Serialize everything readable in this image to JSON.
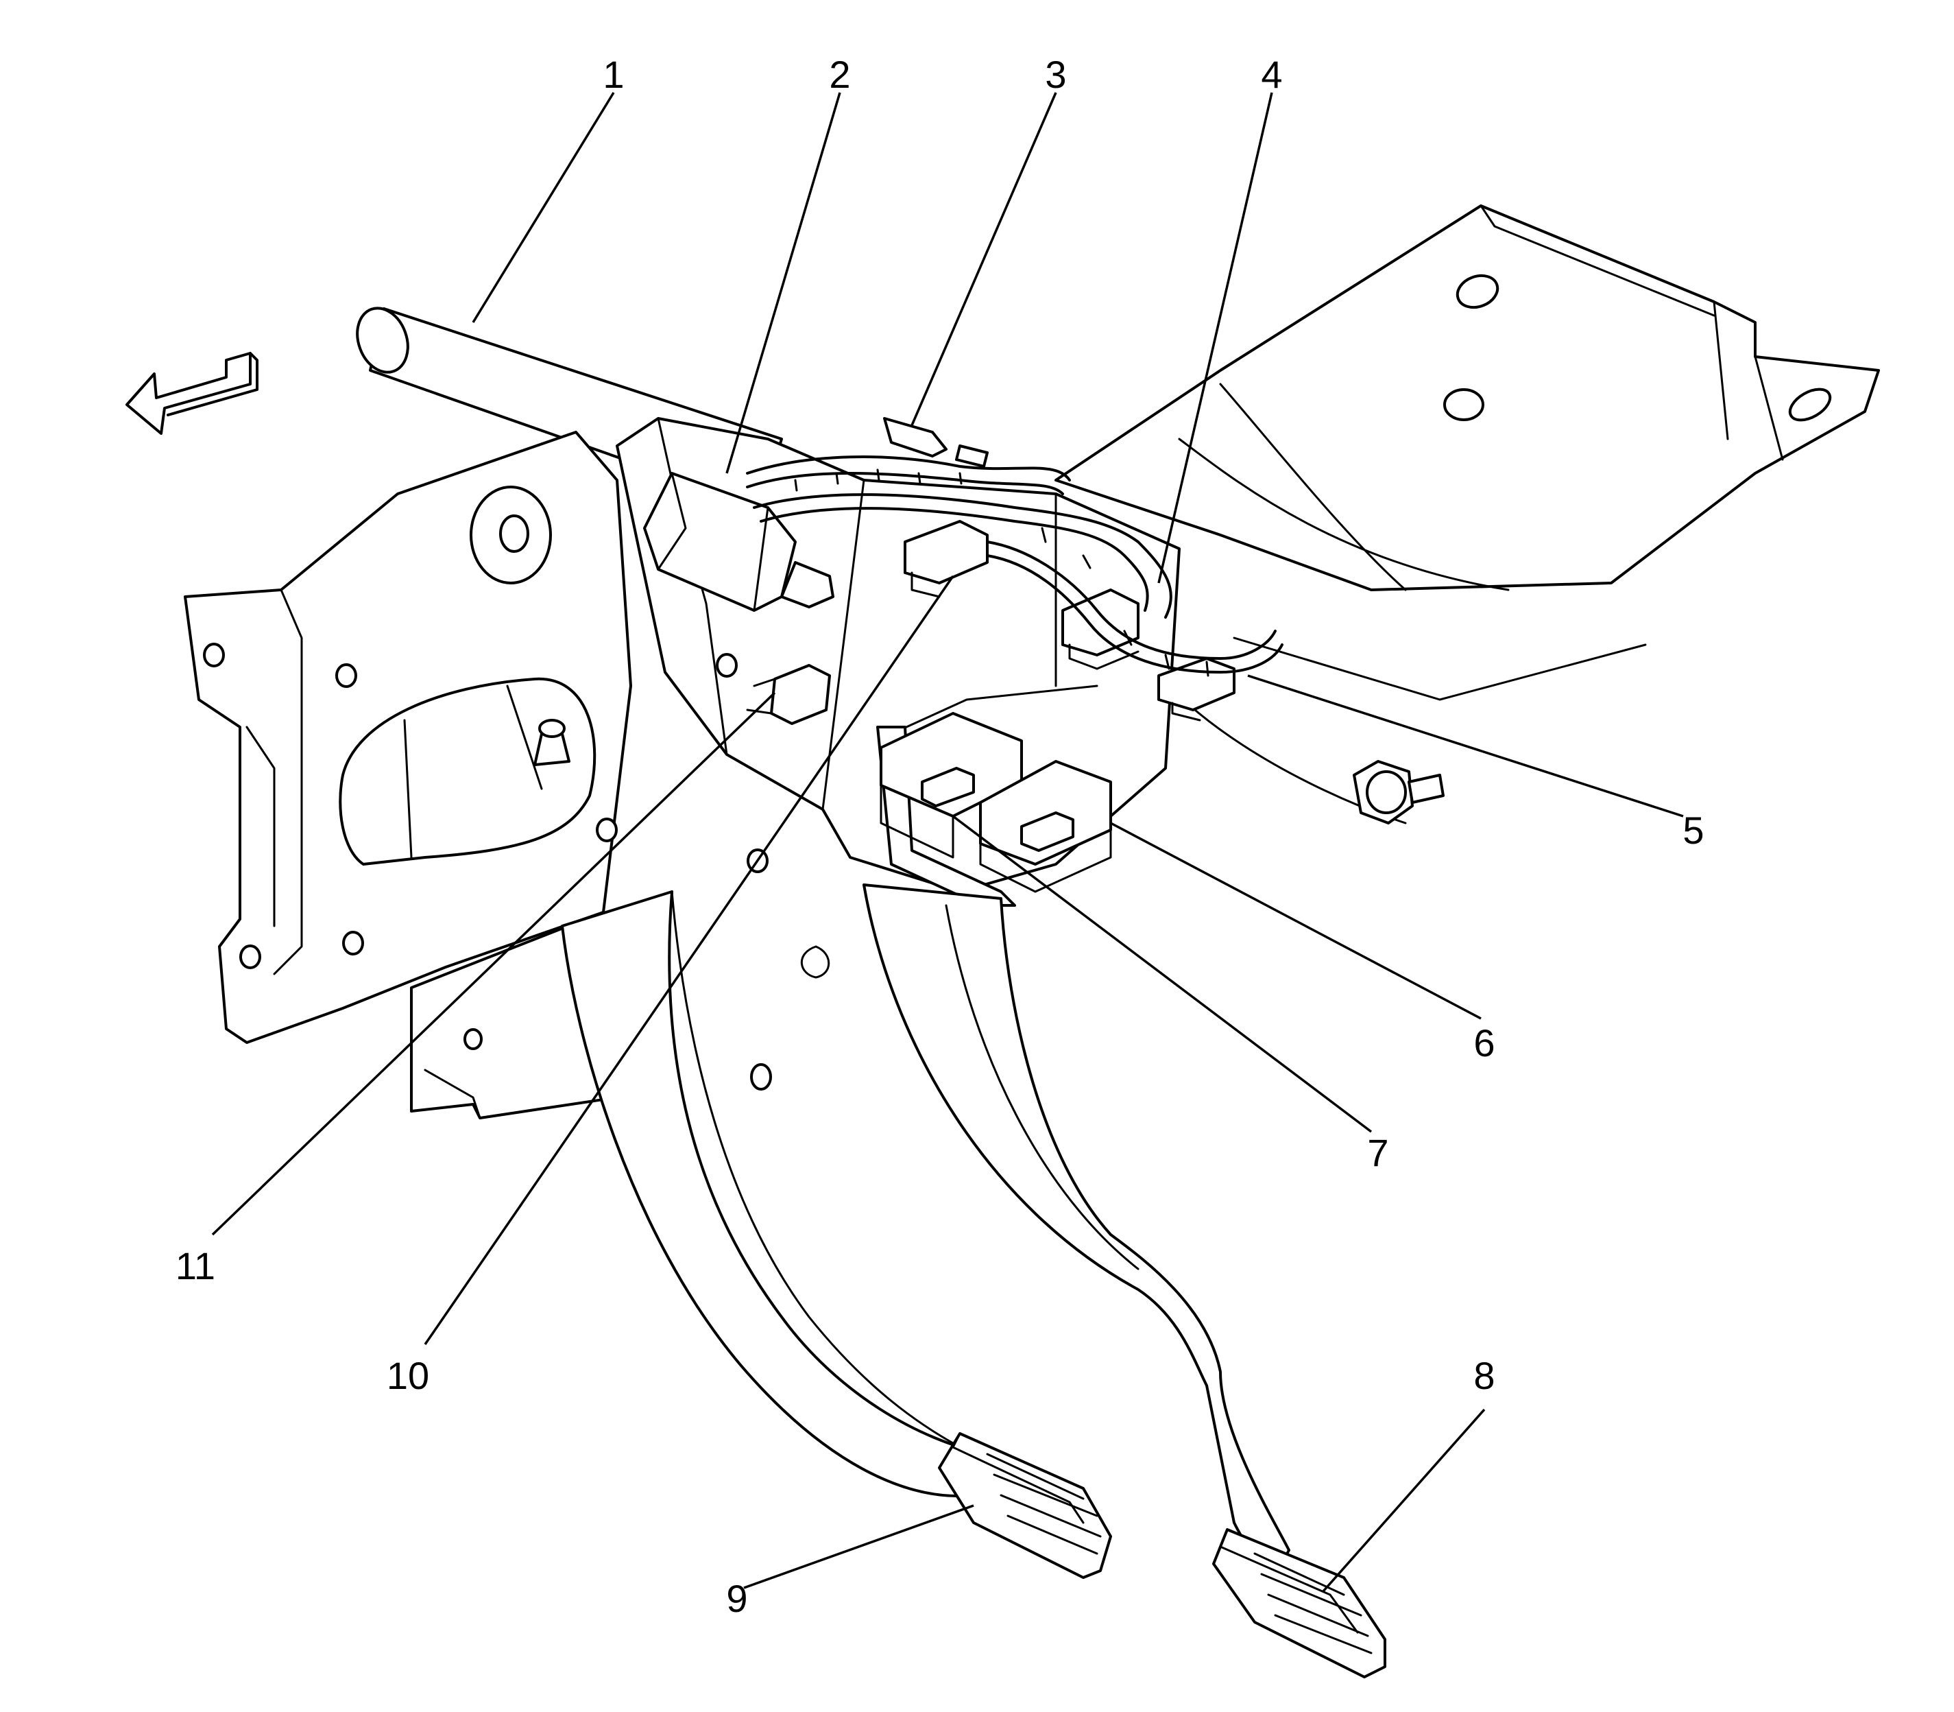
{
  "diagram": {
    "callouts": [
      {
        "id": "1",
        "text": "1"
      },
      {
        "id": "2",
        "text": "2"
      },
      {
        "id": "3",
        "text": "3"
      },
      {
        "id": "4",
        "text": "4"
      },
      {
        "id": "5",
        "text": "5"
      },
      {
        "id": "6",
        "text": "6"
      },
      {
        "id": "7",
        "text": "7"
      },
      {
        "id": "8",
        "text": "8"
      },
      {
        "id": "9",
        "text": "9"
      },
      {
        "id": "10",
        "text": "10"
      },
      {
        "id": "11",
        "text": "11"
      }
    ],
    "direction_icon": "forward-arrow-icon",
    "line_color": "#000000",
    "background_color": "#ffffff"
  }
}
